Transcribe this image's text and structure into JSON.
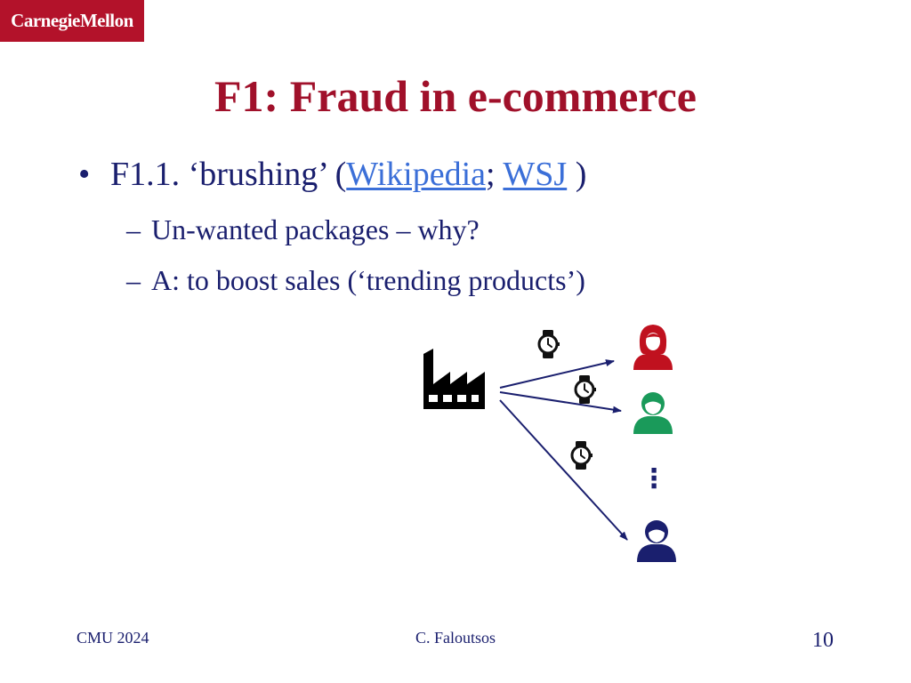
{
  "logo": {
    "text": "CarnegieMellon"
  },
  "slide": {
    "title": "F1: Fraud in e-commerce",
    "bullet1": {
      "marker": "•",
      "prefix": "F1.1. ‘brushing’ (",
      "link1": "Wikipedia",
      "sep": ";",
      "link2": "WSJ",
      "suffix": " )"
    },
    "sub1": {
      "marker": "–",
      "text": "Un-wanted packages – why?"
    },
    "sub2": {
      "marker": "–",
      "text": "A: to boost sales (‘trending products’)"
    }
  },
  "diagram": {
    "factory_icon": "factory-icon",
    "package_icon": "watch-icon",
    "customers": [
      {
        "icon": "woman-person-icon",
        "color": "#c0111f"
      },
      {
        "icon": "man-person-icon",
        "color": "#1a9a5a"
      },
      {
        "icon": "man-person-icon",
        "color": "#1a1f6e"
      }
    ],
    "ellipsis": "⋮",
    "arrow_color": "#1a1f6e"
  },
  "footer": {
    "left": "CMU 2024",
    "center": "C. Faloutsos",
    "page": "10"
  }
}
